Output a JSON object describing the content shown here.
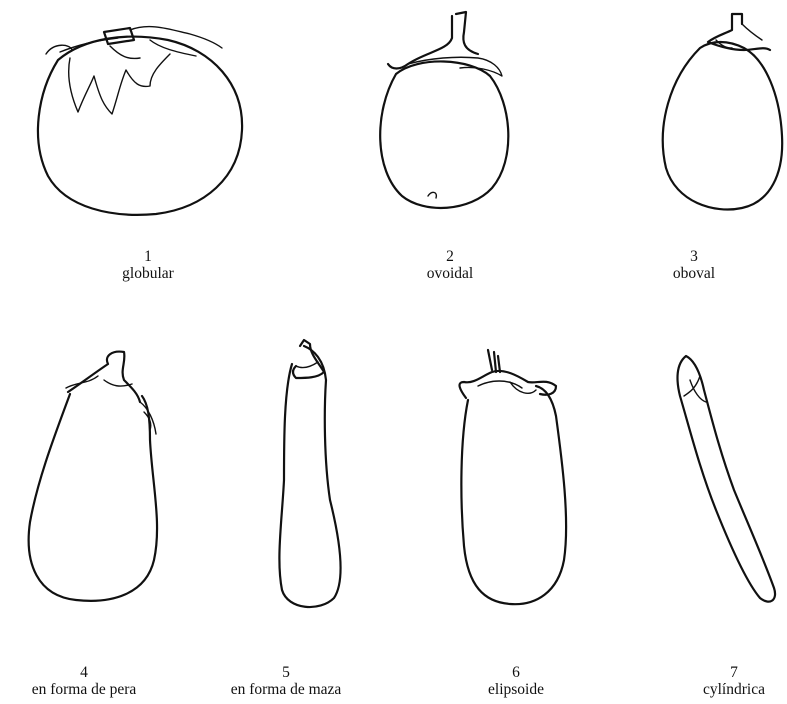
{
  "shapes": [
    {
      "number": "1",
      "name": "globular"
    },
    {
      "number": "2",
      "name": "ovoidal"
    },
    {
      "number": "3",
      "name": "oboval"
    },
    {
      "number": "4",
      "name": "en forma de pera"
    },
    {
      "number": "5",
      "name": "en forma de maza"
    },
    {
      "number": "6",
      "name": "elipsoide"
    },
    {
      "number": "7",
      "name": "cylíndrica"
    }
  ]
}
